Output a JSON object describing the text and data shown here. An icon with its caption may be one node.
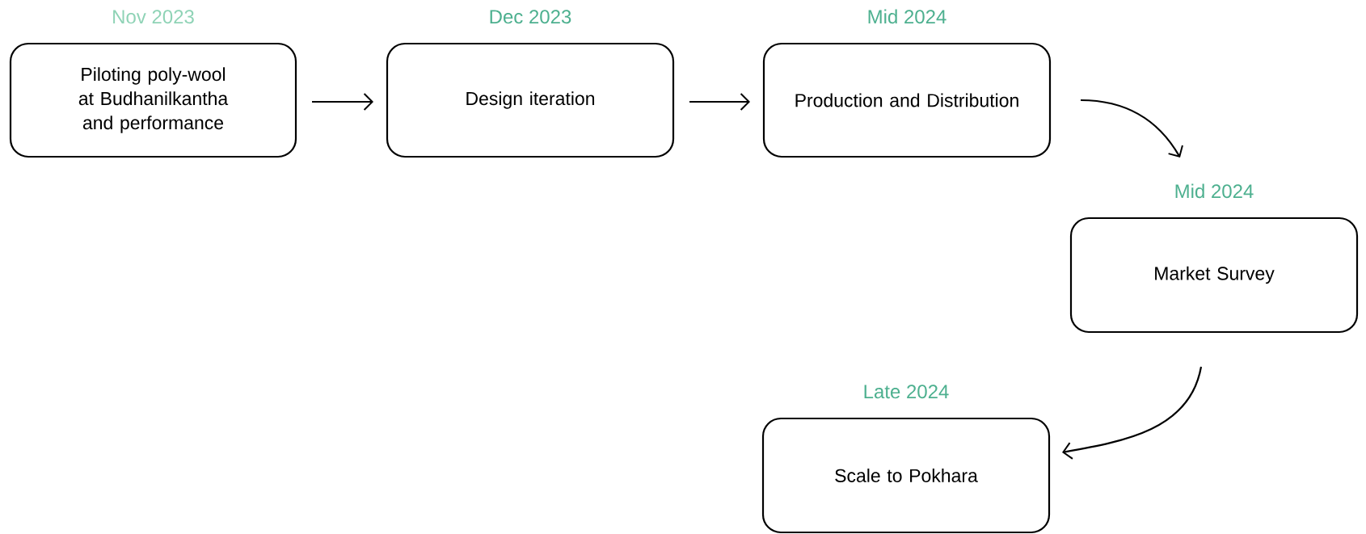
{
  "diagram": {
    "nodes": [
      {
        "text": [
          "Nov 2023",
          "Piloting poly-wool at Budhanilkantha and performance"
        ]
      },
      {
        "text": [
          "Dec 2023",
          "Design iteration"
        ]
      },
      {
        "text": [
          "Mid 2024",
          "Production and Distribution"
        ]
      },
      {
        "text": [
          "Mid 2024",
          "Market Survey"
        ]
      },
      {
        "text": [
          "Late 2024",
          "Scale to Pokhara"
        ]
      }
    ],
    "edges": [
      {
        "from": 0,
        "to": 1,
        "arrow": "to"
      },
      {
        "from": 1,
        "to": 2,
        "arrow": "to"
      },
      {
        "from": 2,
        "to": 3,
        "arrow": "to"
      },
      {
        "from": 3,
        "to": 4,
        "arrow": "to"
      }
    ]
  }
}
